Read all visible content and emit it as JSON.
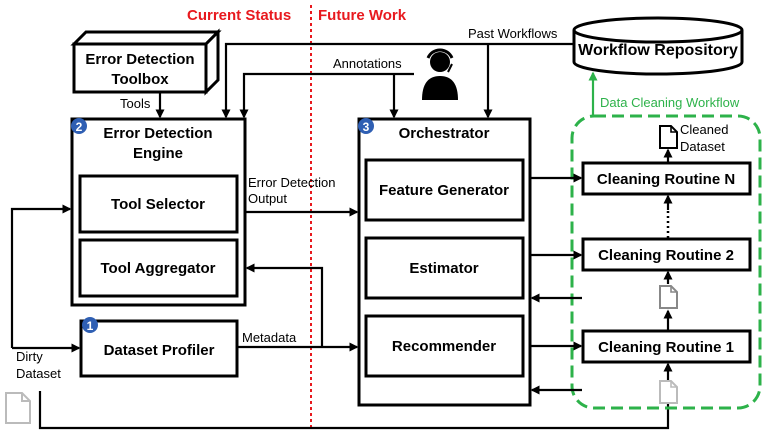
{
  "labels": {
    "current_status": "Current Status",
    "future_work": "Future Work",
    "past_workflows": "Past Workflows",
    "workflow_repository": "Workflow Repository",
    "error_detection_toolbox": [
      "Error Detection",
      "Toolbox"
    ],
    "tools": "Tools",
    "annotations": "Annotations",
    "data_cleaning_workflow": "Data Cleaning Workflow",
    "error_detection_engine": [
      "Error Detection",
      "Engine"
    ],
    "orchestrator": "Orchestrator",
    "cleaned_dataset": [
      "Cleaned",
      "Dataset"
    ],
    "tool_selector": "Tool Selector",
    "tool_aggregator": "Tool Aggregator",
    "error_detection_output": [
      "Error Detection",
      "Output"
    ],
    "feature_generator": "Feature Generator",
    "estimator": "Estimator",
    "recommender": "Recommender",
    "cleaning_routine_n": "Cleaning Routine N",
    "cleaning_routine_2": "Cleaning Routine 2",
    "cleaning_routine_1": "Cleaning Routine 1",
    "dataset_profiler": "Dataset Profiler",
    "metadata": "Metadata",
    "dirty_dataset": [
      "Dirty",
      "Dataset"
    ]
  },
  "badges": [
    "1",
    "2",
    "3"
  ],
  "colors": {
    "current_status": "#e8191e",
    "divider": "#e8191e",
    "badge": "#2f5fb3",
    "workflow_frame": "#2db24a"
  },
  "icons": [
    "database-icon",
    "toolbox-icon",
    "annotator-person-icon",
    "document-icon"
  ]
}
